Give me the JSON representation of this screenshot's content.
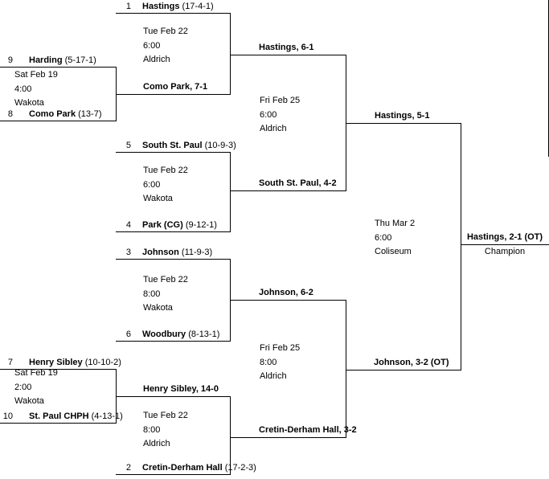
{
  "teams": [
    {
      "seed": "1",
      "name": "Hastings",
      "record": "(17-4-1)"
    },
    {
      "seed": "9",
      "name": "Harding",
      "record": "(5-17-1)"
    },
    {
      "seed": "8",
      "name": "Como Park",
      "record": "(13-7)"
    },
    {
      "seed": "5",
      "name": "South St. Paul",
      "record": "(10-9-3)"
    },
    {
      "seed": "4",
      "name": "Park (CG)",
      "record": "(9-12-1)"
    },
    {
      "seed": "3",
      "name": "Johnson",
      "record": "(11-9-3)"
    },
    {
      "seed": "6",
      "name": "Woodbury",
      "record": "(8-13-1)"
    },
    {
      "seed": "7",
      "name": "Henry Sibley",
      "record": "(10-10-2)"
    },
    {
      "seed": "10",
      "name": "St. Paul CHPH",
      "record": "(4-13-1)"
    },
    {
      "seed": "2",
      "name": "Cretin-Derham Hall",
      "record": "(17-2-3)"
    }
  ],
  "games": {
    "playin1": {
      "date": "Sat Feb 19",
      "time": "4:00",
      "venue": "Wakota",
      "winner": "Como Park, 7-1"
    },
    "playin2": {
      "date": "Sat Feb 19",
      "time": "2:00",
      "venue": "Wakota",
      "winner": "Henry Sibley, 14-0"
    },
    "qf1": {
      "date": "Tue Feb 22",
      "time": "6:00",
      "venue": "Aldrich",
      "winner": "Hastings, 6-1"
    },
    "qf2": {
      "date": "Tue Feb 22",
      "time": "6:00",
      "venue": "Wakota",
      "winner": "South St. Paul, 4-2"
    },
    "qf3": {
      "date": "Tue Feb 22",
      "time": "8:00",
      "venue": "Wakota",
      "winner": "Johnson, 6-2"
    },
    "qf4": {
      "date": "Tue Feb 22",
      "time": "8:00",
      "venue": "Aldrich",
      "winner": "Cretin-Derham Hall, 3-2"
    },
    "sf1": {
      "date": "Fri Feb 25",
      "time": "6:00",
      "venue": "Aldrich",
      "winner": "Hastings, 5-1"
    },
    "sf2": {
      "date": "Fri Feb 25",
      "time": "8:00",
      "venue": "Aldrich",
      "winner": "Johnson, 3-2 (OT)"
    },
    "final": {
      "date": "Thu Mar 2",
      "time": "6:00",
      "venue": "Coliseum",
      "winner": "Hastings, 2-1 (OT)"
    }
  },
  "champion_label": "Champion",
  "colors": {
    "line": "#000000",
    "text": "#000000",
    "background": "#ffffff"
  }
}
